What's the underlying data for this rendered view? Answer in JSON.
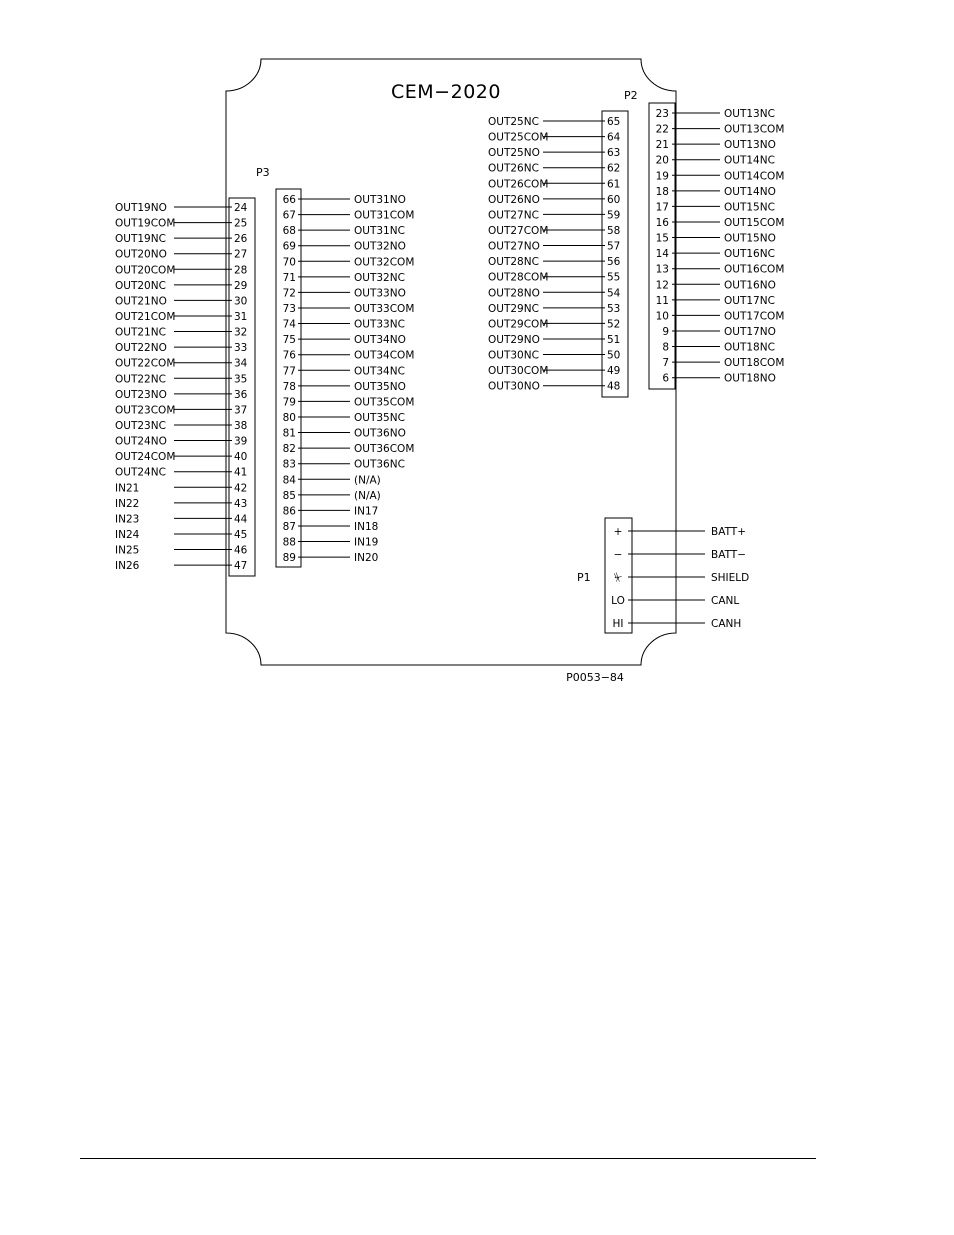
{
  "title": "CEM−2020",
  "drawing_number": "P0053−84",
  "connectors": {
    "P1": {
      "label": "P1",
      "pins": [
        {
          "pin": "+",
          "signal": "BATT+"
        },
        {
          "pin": "−",
          "signal": "BATT−"
        },
        {
          "pin": "⏧",
          "signal": "SHIELD",
          "icon": "chassis-ground-icon"
        },
        {
          "pin": "LO",
          "signal": "CANL"
        },
        {
          "pin": "HI",
          "signal": "CANH"
        }
      ]
    },
    "P2_left": {
      "label": "",
      "pins": [
        {
          "pin": "65",
          "signal": "OUT25NC"
        },
        {
          "pin": "64",
          "signal": "OUT25COM"
        },
        {
          "pin": "63",
          "signal": "OUT25NO"
        },
        {
          "pin": "62",
          "signal": "OUT26NC"
        },
        {
          "pin": "61",
          "signal": "OUT26COM"
        },
        {
          "pin": "60",
          "signal": "OUT26NO"
        },
        {
          "pin": "59",
          "signal": "OUT27NC"
        },
        {
          "pin": "58",
          "signal": "OUT27COM"
        },
        {
          "pin": "57",
          "signal": "OUT27NO"
        },
        {
          "pin": "56",
          "signal": "OUT28NC"
        },
        {
          "pin": "55",
          "signal": "OUT28COM"
        },
        {
          "pin": "54",
          "signal": "OUT28NO"
        },
        {
          "pin": "53",
          "signal": "OUT29NC"
        },
        {
          "pin": "52",
          "signal": "OUT29COM"
        },
        {
          "pin": "51",
          "signal": "OUT29NO"
        },
        {
          "pin": "50",
          "signal": "OUT30NC"
        },
        {
          "pin": "49",
          "signal": "OUT30COM"
        },
        {
          "pin": "48",
          "signal": "OUT30NO"
        }
      ]
    },
    "P2_right": {
      "label": "P2",
      "pins": [
        {
          "pin": "23",
          "signal": "OUT13NC"
        },
        {
          "pin": "22",
          "signal": "OUT13COM"
        },
        {
          "pin": "21",
          "signal": "OUT13NO"
        },
        {
          "pin": "20",
          "signal": "OUT14NC"
        },
        {
          "pin": "19",
          "signal": "OUT14COM"
        },
        {
          "pin": "18",
          "signal": "OUT14NO"
        },
        {
          "pin": "17",
          "signal": "OUT15NC"
        },
        {
          "pin": "16",
          "signal": "OUT15COM"
        },
        {
          "pin": "15",
          "signal": "OUT15NO"
        },
        {
          "pin": "14",
          "signal": "OUT16NC"
        },
        {
          "pin": "13",
          "signal": "OUT16COM"
        },
        {
          "pin": "12",
          "signal": "OUT16NO"
        },
        {
          "pin": "11",
          "signal": "OUT17NC"
        },
        {
          "pin": "10",
          "signal": "OUT17COM"
        },
        {
          "pin": "9",
          "signal": "OUT17NO"
        },
        {
          "pin": "8",
          "signal": "OUT18NC"
        },
        {
          "pin": "7",
          "signal": "OUT18COM"
        },
        {
          "pin": "6",
          "signal": "OUT18NO"
        }
      ]
    },
    "P3_left": {
      "label": "",
      "pins": [
        {
          "pin": "24",
          "signal": "OUT19NO"
        },
        {
          "pin": "25",
          "signal": "OUT19COM"
        },
        {
          "pin": "26",
          "signal": "OUT19NC"
        },
        {
          "pin": "27",
          "signal": "OUT20NO"
        },
        {
          "pin": "28",
          "signal": "OUT20COM"
        },
        {
          "pin": "29",
          "signal": "OUT20NC"
        },
        {
          "pin": "30",
          "signal": "OUT21NO"
        },
        {
          "pin": "31",
          "signal": "OUT21COM"
        },
        {
          "pin": "32",
          "signal": "OUT21NC"
        },
        {
          "pin": "33",
          "signal": "OUT22NO"
        },
        {
          "pin": "34",
          "signal": "OUT22COM"
        },
        {
          "pin": "35",
          "signal": "OUT22NC"
        },
        {
          "pin": "36",
          "signal": "OUT23NO"
        },
        {
          "pin": "37",
          "signal": "OUT23COM"
        },
        {
          "pin": "38",
          "signal": "OUT23NC"
        },
        {
          "pin": "39",
          "signal": "OUT24NO"
        },
        {
          "pin": "40",
          "signal": "OUT24COM"
        },
        {
          "pin": "41",
          "signal": "OUT24NC"
        },
        {
          "pin": "42",
          "signal": "IN21"
        },
        {
          "pin": "43",
          "signal": "IN22"
        },
        {
          "pin": "44",
          "signal": "IN23"
        },
        {
          "pin": "45",
          "signal": "IN24"
        },
        {
          "pin": "46",
          "signal": "IN25"
        },
        {
          "pin": "47",
          "signal": "IN26"
        }
      ]
    },
    "P3_right": {
      "label": "P3",
      "pins": [
        {
          "pin": "66",
          "signal": "OUT31NO"
        },
        {
          "pin": "67",
          "signal": "OUT31COM"
        },
        {
          "pin": "68",
          "signal": "OUT31NC"
        },
        {
          "pin": "69",
          "signal": "OUT32NO"
        },
        {
          "pin": "70",
          "signal": "OUT32COM"
        },
        {
          "pin": "71",
          "signal": "OUT32NC"
        },
        {
          "pin": "72",
          "signal": "OUT33NO"
        },
        {
          "pin": "73",
          "signal": "OUT33COM"
        },
        {
          "pin": "74",
          "signal": "OUT33NC"
        },
        {
          "pin": "75",
          "signal": "OUT34NO"
        },
        {
          "pin": "76",
          "signal": "OUT34COM"
        },
        {
          "pin": "77",
          "signal": "OUT34NC"
        },
        {
          "pin": "78",
          "signal": "OUT35NO"
        },
        {
          "pin": "79",
          "signal": "OUT35COM"
        },
        {
          "pin": "80",
          "signal": "OUT35NC"
        },
        {
          "pin": "81",
          "signal": "OUT36NO"
        },
        {
          "pin": "82",
          "signal": "OUT36COM"
        },
        {
          "pin": "83",
          "signal": "OUT36NC"
        },
        {
          "pin": "84",
          "signal": "(N/A)"
        },
        {
          "pin": "85",
          "signal": "(N/A)"
        },
        {
          "pin": "86",
          "signal": "IN17"
        },
        {
          "pin": "87",
          "signal": "IN18"
        },
        {
          "pin": "88",
          "signal": "IN19"
        },
        {
          "pin": "89",
          "signal": "IN20"
        }
      ]
    }
  }
}
